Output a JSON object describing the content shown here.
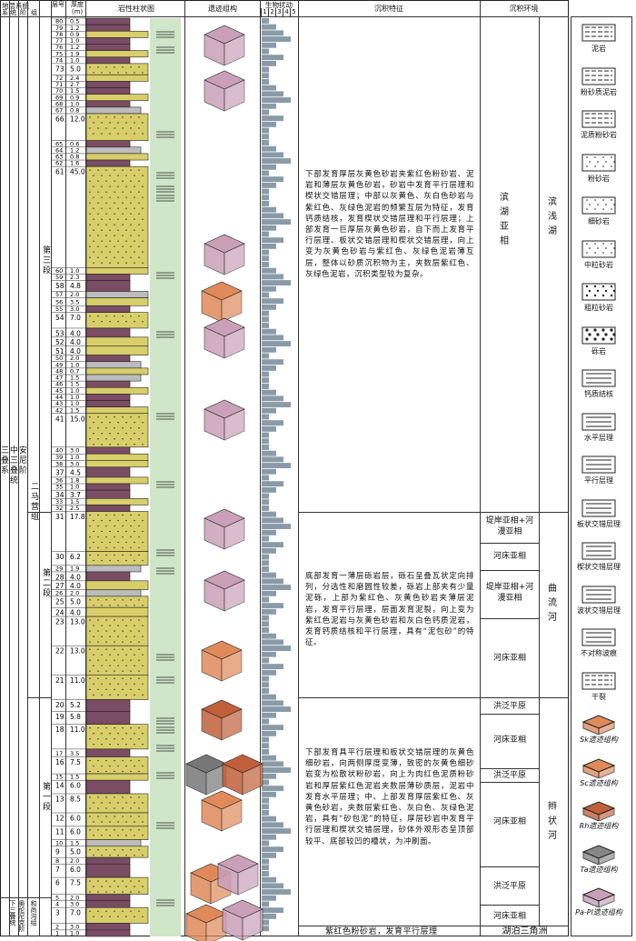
{
  "header": {
    "stratigraphy": "地层系统",
    "system": "系",
    "series": "统",
    "stage": "阶",
    "formation": "组",
    "layer": "层号",
    "thickness": "厚度(m)",
    "lithology_column": "岩性柱状图",
    "trace_structure": "遗迹组构",
    "bioturbation": "生物扰动",
    "bioturbation_scale": [
      "1",
      "2",
      "3",
      "4",
      "5"
    ],
    "sedimentary_features": "沉积特征",
    "environment": "沉积环境"
  },
  "stratigraphy_labels": {
    "system": "三叠系",
    "series": "中三叠统",
    "stage": "安尼阶",
    "formation_upper": "二马营组",
    "segment_3": "第三段",
    "segment_2": "第二段",
    "segment_1": "第一段",
    "lower_series": "下三叠统",
    "lower_stage": "奥伦尼克阶",
    "lower_formation": "和尚沟组"
  },
  "layers": [
    {
      "n": "80",
      "t": "0.5"
    },
    {
      "n": "79",
      "t": "1.2"
    },
    {
      "n": "78",
      "t": "0.9"
    },
    {
      "n": "77",
      "t": "1.0"
    },
    {
      "n": "76",
      "t": "1.2"
    },
    {
      "n": "75",
      "t": "1.9"
    },
    {
      "n": "74",
      "t": "1.0"
    },
    {
      "n": "73",
      "t": "5.0"
    },
    {
      "n": "72",
      "t": "2.4"
    },
    {
      "n": "71",
      "t": "2.7"
    },
    {
      "n": "70",
      "t": "1.5"
    },
    {
      "n": "69",
      "t": "0.9"
    },
    {
      "n": "68",
      "t": "1.0"
    },
    {
      "n": "67",
      "t": "0.8"
    },
    {
      "n": "66",
      "t": "12.0"
    },
    {
      "n": "65",
      "t": "0.6"
    },
    {
      "n": "64",
      "t": "1.2"
    },
    {
      "n": "63",
      "t": "0.8"
    },
    {
      "n": "62",
      "t": "1.6"
    },
    {
      "n": "61",
      "t": "45.0"
    },
    {
      "n": "60",
      "t": "1.0"
    },
    {
      "n": "59",
      "t": "2.3"
    },
    {
      "n": "58",
      "t": "4.8"
    },
    {
      "n": "57",
      "t": "2.0"
    },
    {
      "n": "56",
      "t": "3.5"
    },
    {
      "n": "55",
      "t": "3.0"
    },
    {
      "n": "54",
      "t": "7.0"
    },
    {
      "n": "53",
      "t": "4.0"
    },
    {
      "n": "52",
      "t": "4.0"
    },
    {
      "n": "51",
      "t": "4.0"
    },
    {
      "n": "50",
      "t": "2.0"
    },
    {
      "n": "49",
      "t": "1.0"
    },
    {
      "n": "48",
      "t": "0.7"
    },
    {
      "n": "47",
      "t": "1.5"
    },
    {
      "n": "46",
      "t": "1.5"
    },
    {
      "n": "45",
      "t": "1.0"
    },
    {
      "n": "44",
      "t": "1.0"
    },
    {
      "n": "43",
      "t": "1.0"
    },
    {
      "n": "42",
      "t": "1.5"
    },
    {
      "n": "41",
      "t": "15.0"
    },
    {
      "n": "40",
      "t": "3.0"
    },
    {
      "n": "39",
      "t": "1.0"
    },
    {
      "n": "38",
      "t": "3.0"
    },
    {
      "n": "37",
      "t": "4.5"
    },
    {
      "n": "36",
      "t": "1.8"
    },
    {
      "n": "35",
      "t": "1.0"
    },
    {
      "n": "34",
      "t": "3.7"
    },
    {
      "n": "33",
      "t": "1.5"
    },
    {
      "n": "32",
      "t": "2.5"
    },
    {
      "n": "31",
      "t": "17.8"
    },
    {
      "n": "30",
      "t": "6.2"
    },
    {
      "n": "29",
      "t": "1.9"
    },
    {
      "n": "28",
      "t": "4.0"
    },
    {
      "n": "27",
      "t": "4.0"
    },
    {
      "n": "26",
      "t": "2.0"
    },
    {
      "n": "25",
      "t": "5.0"
    },
    {
      "n": "24",
      "t": "4.0"
    },
    {
      "n": "23",
      "t": "13.0"
    },
    {
      "n": "22",
      "t": "13.0"
    },
    {
      "n": "21",
      "t": "11.0"
    },
    {
      "n": "20",
      "t": "5.2"
    },
    {
      "n": "19",
      "t": "5.8"
    },
    {
      "n": "18",
      "t": "11.0"
    },
    {
      "n": "17",
      "t": "3.5"
    },
    {
      "n": "16",
      "t": "7.5"
    },
    {
      "n": "15",
      "t": "1.5"
    },
    {
      "n": "14",
      "t": "6.0"
    },
    {
      "n": "13",
      "t": "8.5"
    },
    {
      "n": "12",
      "t": "6.0"
    },
    {
      "n": "11",
      "t": "6.0"
    },
    {
      "n": "10",
      "t": "1.5"
    },
    {
      "n": "9",
      "t": "5.0"
    },
    {
      "n": "8",
      "t": "2.0"
    },
    {
      "n": "7",
      "t": "6.0"
    },
    {
      "n": "6",
      "t": "7.5"
    },
    {
      "n": "5",
      "t": "2.0"
    },
    {
      "n": "4",
      "t": "3.0"
    },
    {
      "n": "3",
      "t": "7.0"
    },
    {
      "n": "2",
      "t": "3.0"
    },
    {
      "n": "1",
      "t": "1.0"
    }
  ],
  "features": {
    "upper": "下部发育厚层灰黄色砂岩夹紫红色粉砂岩、泥岩和薄层灰黄色砂岩，砂岩中发育平行层理和楔状交错层理；中部以灰黄色、灰白色砂岩与紫红色、灰绿色泥岩的频繁互层为特征，发育钙质结核，发育楔状交错层理和平行层理；上部发育一巨厚层灰黄色砂岩，自下而上发育平行层理、板状交错层理和楔状交错层理，向上变为灰黄色砂岩与紫红色、灰绿色泥岩薄互层，整体以砂质沉积物为主，夹数层紫红色、灰绿色泥岩，沉积类型较为复杂。",
    "middle": "底部发育一薄层砾岩层，砾石呈叠瓦状定向排列，分选性和磨圆性较差，砾岩上部夹有少量泥砾，上部为紫红色、灰黄色砂岩夹薄层泥岩，发育平行层理，层面发育泥裂，向上变为紫红色泥岩与灰黄色砂岩和灰白色钙质泥岩，发育钙质结核和平行层理，具有“泥包砂”的特征。",
    "lower": "下部发育具平行层理和板状交错层理的灰黄色细砂岩，向两侧厚度变薄，致密的灰黄色细砂岩变为松散状粉砂岩，向上为肉红色泥质粉砂岩和厚层紫红色泥岩夹数层薄砂质层，泥岩中发育水平层理；中、上部发育厚层紫红色、灰黄色砂岩，夹数层紫红色、灰白色、灰绿色泥岩，具有“砂包泥”的特征，厚层砂岩中发育平行层理和楔状交错层理，砂体外观形态呈顶部较平、底部较凹的槽状，为冲刷面。",
    "bottom": "紫红色粉砂岩，发育平行层理"
  },
  "environments": {
    "upper_sub": "滨湖亚相",
    "upper_main": "滨浅湖",
    "middle_subs": [
      "堤岸亚相+河漫亚相",
      "河床亚相",
      "堤岸亚相+河漫亚相",
      "河床亚相"
    ],
    "middle_main": "曲流河",
    "lower_subs": [
      "洪泛平原",
      "河床亚相",
      "洪泛平原",
      "河床亚相",
      "洪泛平原",
      "河床亚相"
    ],
    "lower_main": "辫状河",
    "bottom": "湖泊三角洲"
  },
  "legend": [
    {
      "label": "泥岩",
      "icon": "mudstone"
    },
    {
      "label": "粉砂质泥岩",
      "icon": "silty-mudstone"
    },
    {
      "label": "泥质粉砂岩",
      "icon": "muddy-siltstone"
    },
    {
      "label": "粉砂岩",
      "icon": "siltstone"
    },
    {
      "label": "细砂岩",
      "icon": "fine-sandstone"
    },
    {
      "label": "中粒砂岩",
      "icon": "medium-sandstone"
    },
    {
      "label": "粗粒砂岩",
      "icon": "coarse-sandstone"
    },
    {
      "label": "砾岩",
      "icon": "conglomerate"
    },
    {
      "label": "钙质结核",
      "icon": "calcareous-nodule"
    },
    {
      "label": "水平层理",
      "icon": "horizontal-bedding"
    },
    {
      "label": "平行层理",
      "icon": "parallel-bedding"
    },
    {
      "label": "板状交错层理",
      "icon": "tabular-cross-bedding"
    },
    {
      "label": "楔状交错层理",
      "icon": "wedge-cross-bedding"
    },
    {
      "label": "波状交错层理",
      "icon": "wavy-cross-bedding"
    },
    {
      "label": "不对称波痕",
      "icon": "asymmetric-ripple"
    },
    {
      "label": "干裂",
      "icon": "mudcrack"
    },
    {
      "label": "Sk遗迹组构",
      "icon": "sk-ichnofabric"
    },
    {
      "label": "Sc遗迹组构",
      "icon": "sc-ichnofabric"
    },
    {
      "label": "Rh遗迹组构",
      "icon": "rh-ichnofabric"
    },
    {
      "label": "Ta遗迹组构",
      "icon": "ta-ichnofabric"
    },
    {
      "label": "Pa-Pl遗迹组构",
      "icon": "pa-pl-ichnofabric"
    }
  ],
  "colors": {
    "sand": "#d8cf6a",
    "mud": "#7a4d64",
    "grey": "#bdbdbd",
    "green_band": "#cfe6c8",
    "bio": "#8a9ba8",
    "trace_pink": "#c9a0b8",
    "trace_orange": "#e08a5a"
  }
}
